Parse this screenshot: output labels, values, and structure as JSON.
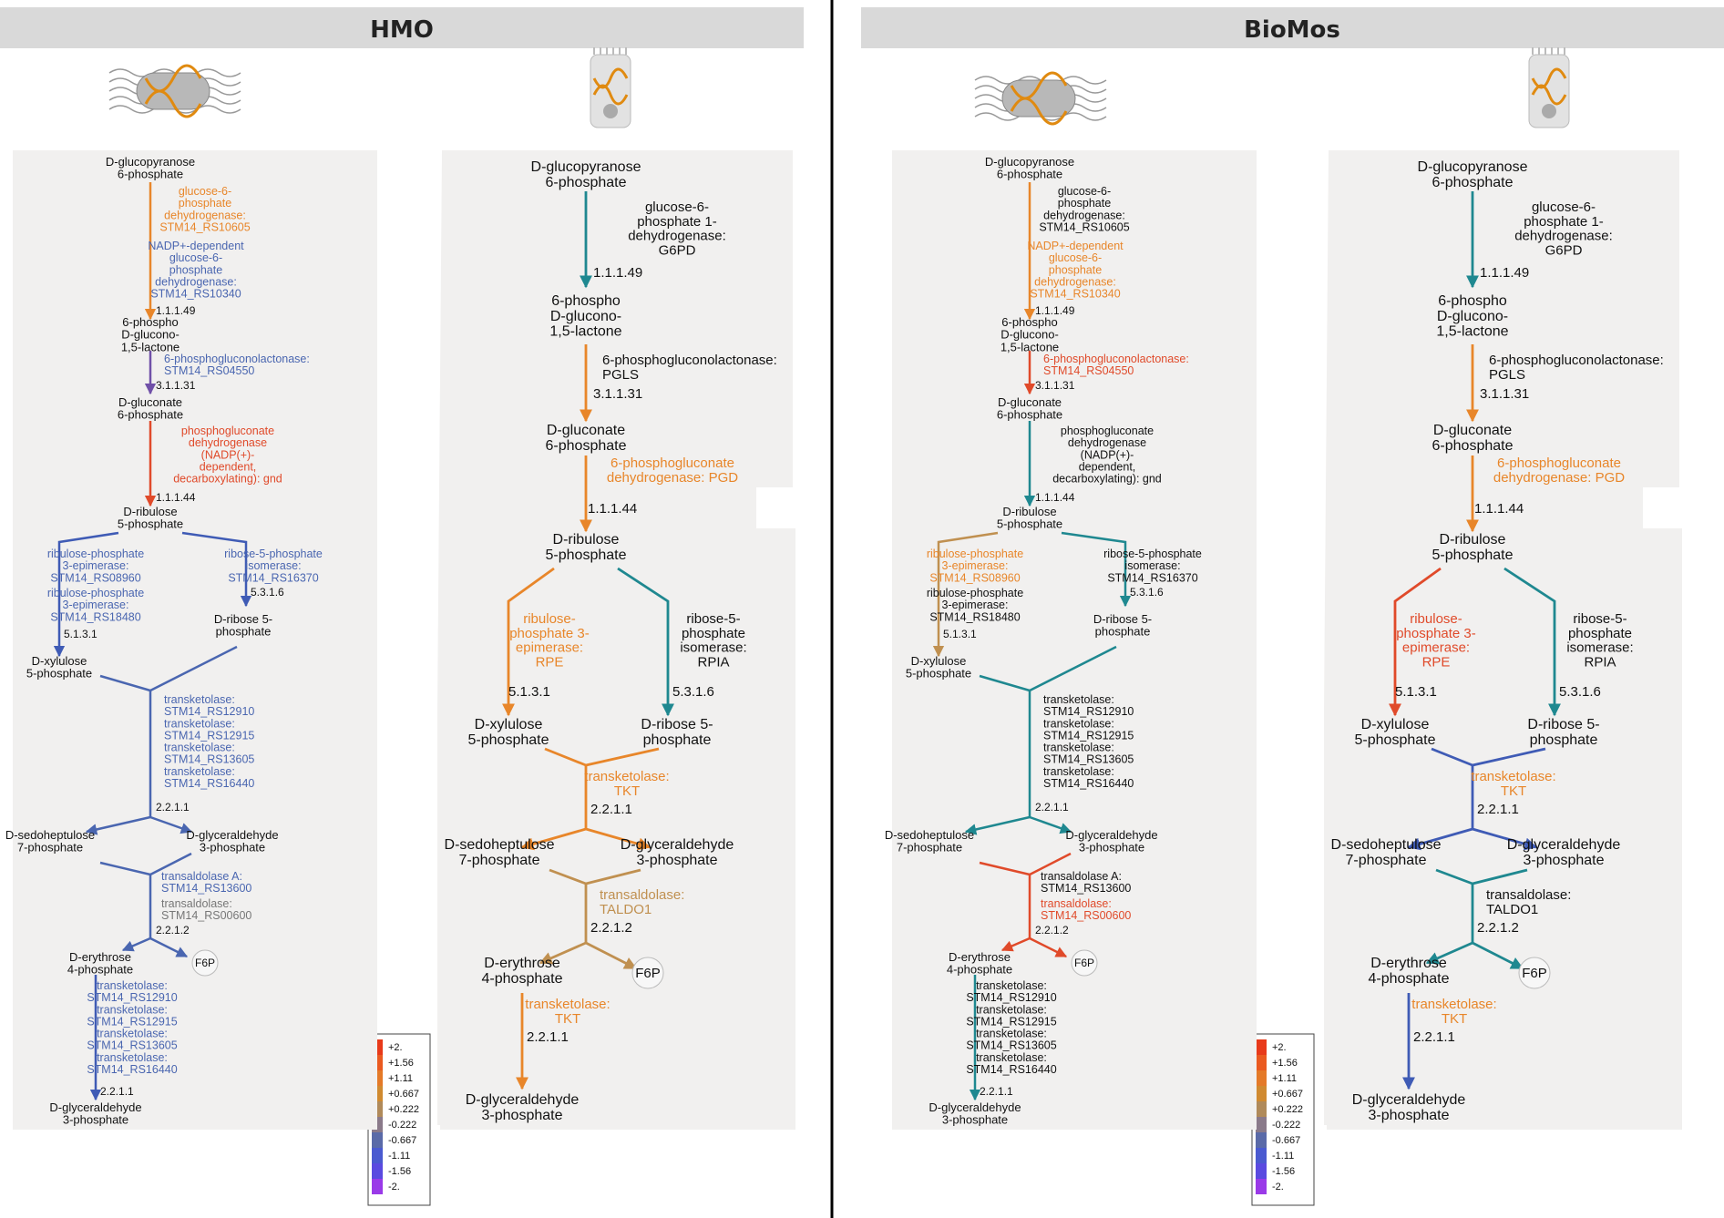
{
  "colors": {
    "header_bg": "#d9d9d9",
    "panel_bg": "#f1f0ef",
    "divider": "#000000",
    "up_strong": "#e04a2a",
    "up_mid": "#e8862a",
    "up_light": "#c09050",
    "neutral": "#a08070",
    "teal": "#1f8890",
    "down_light": "#4a66b0",
    "down_mid": "#3f5bb5",
    "down_strong": "#7050a8"
  },
  "panels": [
    {
      "title": "HMO"
    },
    {
      "title": "BioMos"
    }
  ],
  "icons": [
    "bacterium-icon",
    "host-cell-icon"
  ],
  "legend": {
    "values": [
      "+2.",
      "+1.56",
      "+1.11",
      "+0.667",
      "+0.222",
      "-0.222",
      "-0.667",
      "-1.11",
      "-1.56",
      "-2."
    ],
    "colors": [
      "#e83a1a",
      "#ea5a20",
      "#e47a28",
      "#d08a30",
      "#b08a5a",
      "#8a7a8a",
      "#5a6aa8",
      "#4a5ad0",
      "#5a4ae0",
      "#9a3ae8"
    ]
  },
  "nodes": {
    "g6p": "D-glucopyranose\n6-phosphate",
    "pgl": "6-phospho\nD-glucono-\n1,5-lactone",
    "gluconate": "D-gluconate\n6-phosphate",
    "ru5p": "D-ribulose\n5-phosphate",
    "xu5p": "D-xylulose\n5-phosphate",
    "r5p": "D-ribose 5-\nphosphate",
    "s7p": "D-sedoheptulose\n7-phosphate",
    "gap": "D-glyceraldehyde\n3-phosphate",
    "e4p": "D-erythrose\n4-phosphate",
    "f6p": "F6P"
  },
  "ec": {
    "g6pd": "1.1.1.49",
    "pgls": "3.1.1.31",
    "pgd": "1.1.1.44",
    "rpe": "5.1.3.1",
    "rpi": "5.3.1.6",
    "tkt": "2.2.1.1",
    "tal": "2.2.1.2"
  },
  "bacterial_enzymes": {
    "g6pd_a": "glucose-6-\nphosphate\ndehydrogenase:\nSTM14_RS10605",
    "g6pd_b": "NADP+-dependent\nglucose-6-\nphosphate\ndehydrogenase:\nSTM14_RS10340",
    "pgls": "6-phosphogluconolactonase:\nSTM14_RS04550",
    "gnd": "phosphogluconate\ndehydrogenase\n(NADP(+)-\ndependent,\ndecarboxylating): gnd",
    "rpe_a": "ribulose-phosphate\n3-epimerase:\nSTM14_RS08960",
    "rpe_b": "ribulose-phosphate\n3-epimerase:\nSTM14_RS18480",
    "rpi": "ribose-5-phosphate\nisomerase:\nSTM14_RS16370",
    "tkt": "transketolase:\nSTM14_RS12910\ntransketolase:\nSTM14_RS12915\ntransketolase:\nSTM14_RS13605\ntransketolase:\nSTM14_RS16440",
    "tal_a": "transaldolase A:\nSTM14_RS13600",
    "tal_b": "transaldolase:\nSTM14_RS00600"
  },
  "host_enzymes": {
    "g6pd": "glucose-6-\nphosphate 1-\ndehydrogenase:\nG6PD",
    "pgls": "6-phosphogluconolactonase:\nPGLS",
    "pgd": "6-phosphogluconate\ndehydrogenase: PGD",
    "rpe": "ribulose-\nphosphate 3-\nepimerase:\nRPE",
    "rpi": "ribose-5-\nphosphate\nisomerase:\nRPIA",
    "tkt": "transketolase:\nTKT",
    "tal": "transaldolase:\nTALDO1"
  }
}
